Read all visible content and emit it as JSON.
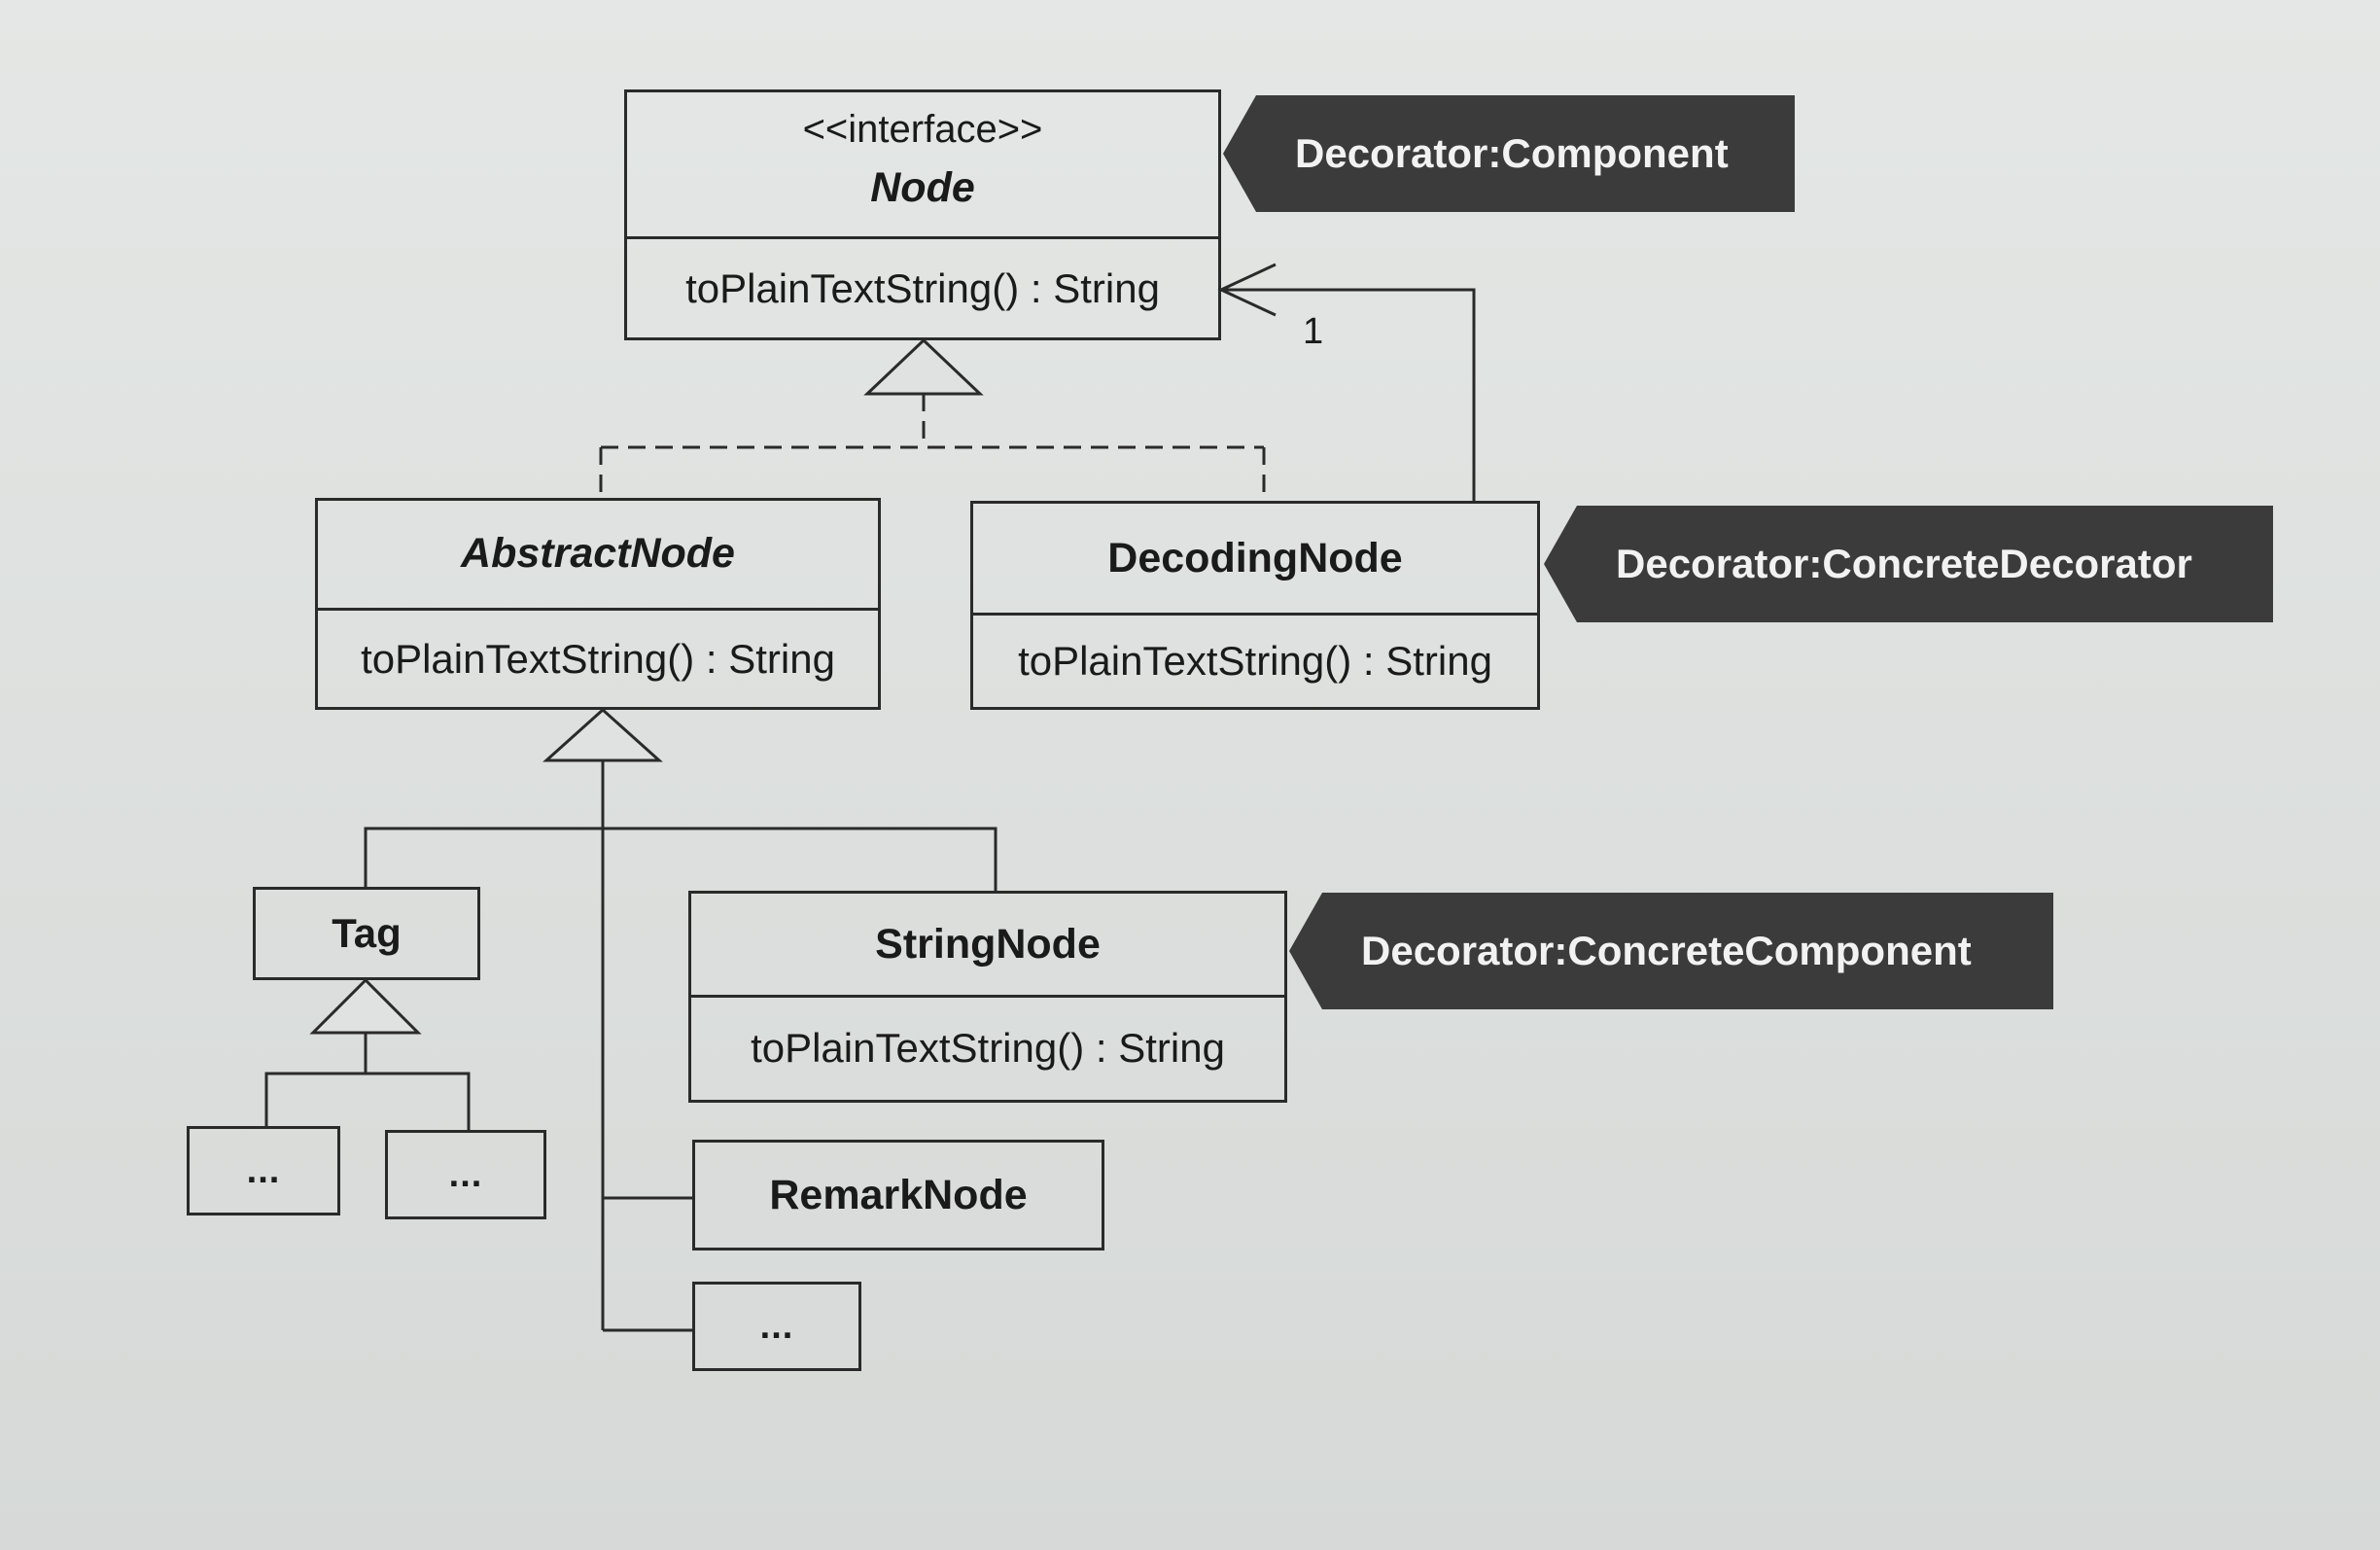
{
  "classes": {
    "node": {
      "stereotype": "<<interface>>",
      "name": "Node",
      "method": "toPlainTextString() : String"
    },
    "abstract_node": {
      "name": "AbstractNode",
      "method": "toPlainTextString() : String"
    },
    "decoding_node": {
      "name": "DecodingNode",
      "method": "toPlainTextString() : String"
    },
    "tag": {
      "name": "Tag"
    },
    "tag_child_1": {
      "name": "..."
    },
    "tag_child_2": {
      "name": "..."
    },
    "string_node": {
      "name": "StringNode",
      "method": "toPlainTextString() : String"
    },
    "remark_node": {
      "name": "RemarkNode"
    },
    "other_node": {
      "name": "..."
    }
  },
  "labels": {
    "component": "Decorator:Component",
    "concrete_decorator": "Decorator:ConcreteDecorator",
    "concrete_component": "Decorator:ConcreteComponent"
  },
  "association": {
    "multiplicity": "1"
  },
  "colors": {
    "line": "#2a2a2a",
    "label_bg": "#3b3b3b",
    "label_text": "#f2f2f2"
  }
}
